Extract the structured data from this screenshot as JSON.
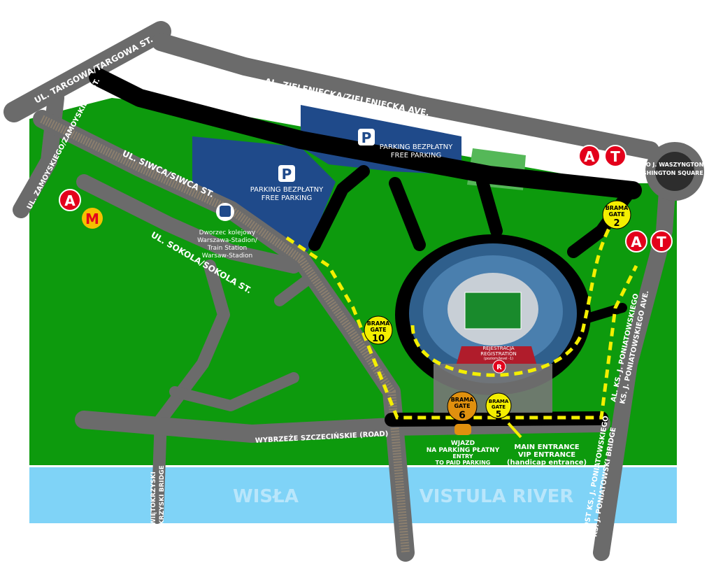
{
  "streets": {
    "targowa": "UL. TARGOWA/TARGOWA ST.",
    "zieleniecka": "AL. ZIELENIECKA/ZIELENIECKA AVE.",
    "zamoyskiego": "UL. ZAMOYSKIEGO/ZAMOYSKIEGO ST.",
    "siwca": "UL. SIWCA/SIWCA ST.",
    "sokola": "UL. SOKOLA/SOKOLA ST.",
    "wybrzeze": "WYBRZEŻE SZCZECIŃSKIE (ROAD)",
    "poniatowskiego_ave_1": "AL. KS. J. PONIATOWSKIEGO",
    "poniatowskiego_ave_2": "KS. J. PONIATOWSKIEGO AVE.",
    "most_poniatowskiego_1": "MOST KS. J. PONIATOWSKIEGO",
    "most_poniatowskiego_2": "KS. J. PONIATOWSKI BRIDGE",
    "most_swietokrzyski_1": "MOST ŚWIĘTOKRZYSKI",
    "most_swietokrzyski_2": "ŚWIĘTOKRZYSKI BRIDGE",
    "rondo_1": "RONDO J. WASZYNGTONA",
    "rondo_2": "WASHINGTON SQUARE"
  },
  "parking": {
    "p_icon": "P",
    "lot1_1": "PARKING BEZPŁATNY",
    "lot1_2": "FREE PARKING",
    "lot2_1": "PARKING BEZPŁATNY",
    "lot2_2": "FREE PARKING"
  },
  "station": [
    "Dworzec kolejowy",
    "Warszawa-Stadion/",
    "Train Station",
    "Warsaw-Stadion"
  ],
  "transit": {
    "bus": "A",
    "tram": "T",
    "metro": "M"
  },
  "gates": [
    {
      "l1": "BRAMA",
      "l2": "GATE",
      "num": "2"
    },
    {
      "l1": "BRAMA",
      "l2": "GATE",
      "num": "10"
    },
    {
      "l1": "BRAMA",
      "l2": "GATE",
      "num": "6"
    },
    {
      "l1": "BRAMA",
      "l2": "GATE",
      "num": "5"
    }
  ],
  "registration": {
    "l1": "REJESTRACJA",
    "l2": "REGISTRATION",
    "l3": "(poziom/level -1)",
    "icon": "R"
  },
  "paid_parking": [
    "WJAZD",
    "NA PARKING PŁATNY",
    "ENTRY",
    "TO PAID PARKING"
  ],
  "main_entrance": [
    "MAIN ENTRANCE",
    "VIP ENTRANCE",
    "(handicap entrance)"
  ],
  "river": {
    "pl": "WISŁA",
    "en": "VISTULA RIVER"
  },
  "colors": {
    "grass": "#0d9a0d",
    "road": "#6b6b6b",
    "river": "#7fd3f7",
    "parking": "#1f4a8a",
    "path": "#f4ef00",
    "transit": "#e3001b"
  }
}
